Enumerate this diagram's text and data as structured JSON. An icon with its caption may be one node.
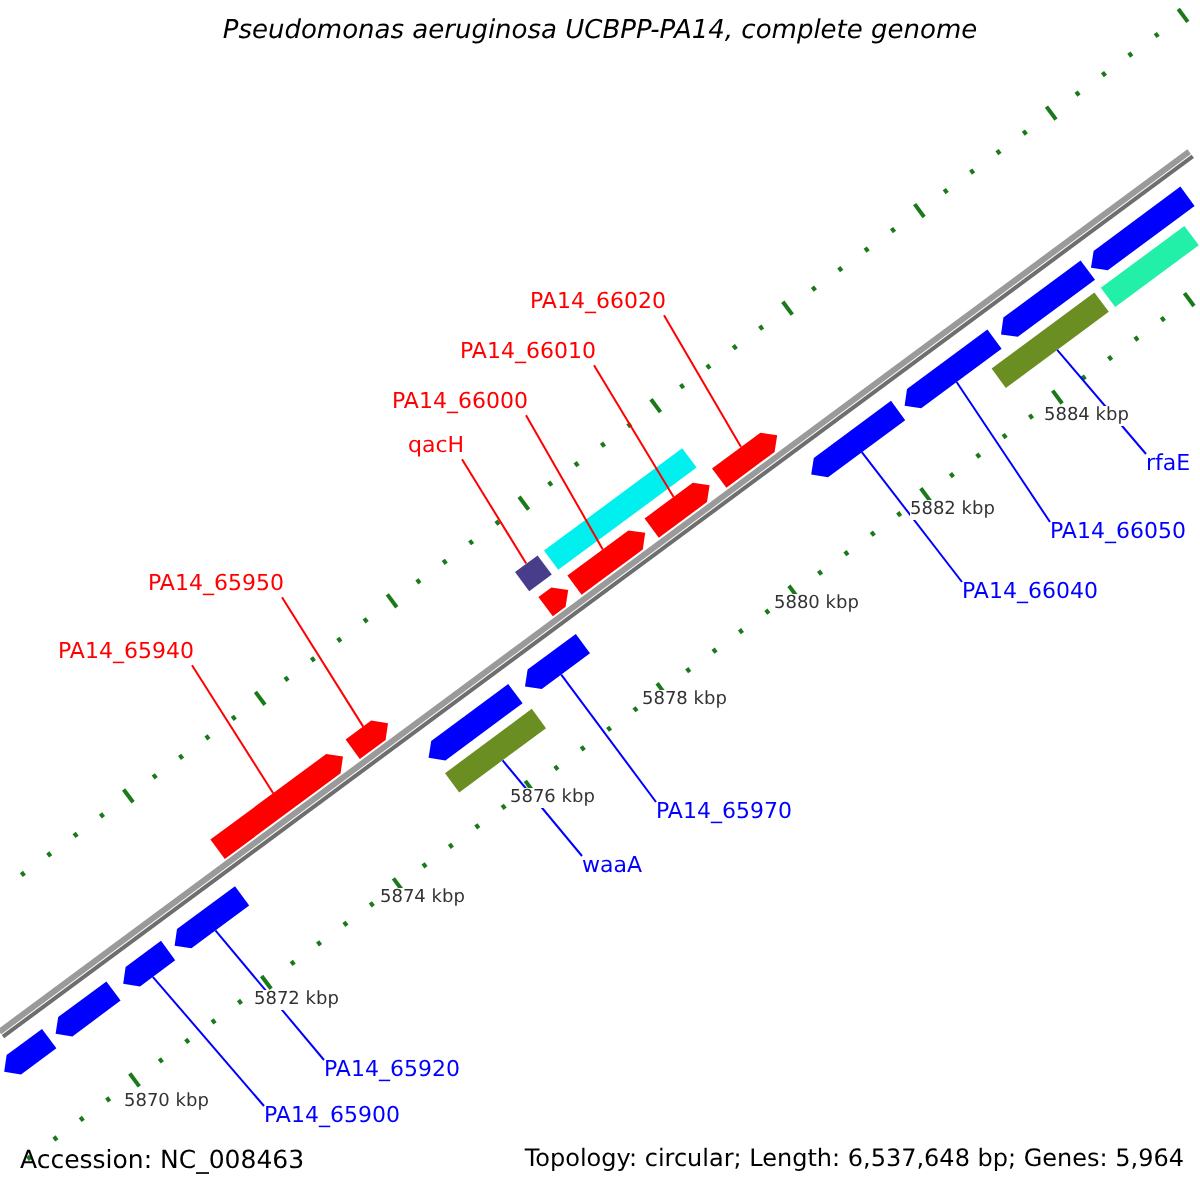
{
  "diagram": {
    "title": "Pseudomonas aeruginosa UCBPP-PA14, complete genome",
    "nodes": [
      {
        "text": [
          "PA14_66020"
        ]
      },
      {
        "text": [
          "PA14_66010"
        ]
      },
      {
        "text": [
          "PA14_66000"
        ]
      },
      {
        "text": [
          "qacH"
        ]
      },
      {
        "text": [
          "rfaE"
        ]
      },
      {
        "text": [
          "PA14_66050"
        ]
      },
      {
        "text": [
          "PA14_65950"
        ]
      },
      {
        "text": [
          "PA14_66040"
        ]
      },
      {
        "text": [
          "PA14_65940"
        ]
      },
      {
        "text": [
          "PA14_65970"
        ]
      },
      {
        "text": [
          "waaA"
        ]
      },
      {
        "text": [
          "PA14_65920"
        ]
      },
      {
        "text": [
          "PA14_65900"
        ]
      },
      {
        "text": [],
        "shape": "arrow"
      },
      {
        "text": [],
        "shape": "arrow"
      },
      {
        "text": [],
        "shape": "arrow"
      },
      {
        "text": [],
        "shape": "arrow"
      },
      {
        "text": [],
        "shape": "arrow"
      },
      {
        "text": [],
        "shape": "arrow"
      },
      {
        "text": [],
        "shape": "arrow"
      },
      {
        "text": [],
        "shape": "box"
      },
      {
        "text": [],
        "shape": "box"
      },
      {
        "text": [],
        "shape": "arrow"
      },
      {
        "text": [],
        "shape": "arrow"
      },
      {
        "text": [],
        "shape": "arrow"
      },
      {
        "text": [],
        "shape": "box"
      },
      {
        "text": [],
        "shape": "arrow"
      },
      {
        "text": [],
        "shape": "arrow"
      },
      {
        "text": [],
        "shape": "arrow"
      },
      {
        "text": [],
        "shape": "arrow"
      },
      {
        "text": [],
        "shape": "arrow"
      },
      {
        "text": [],
        "shape": "box"
      },
      {
        "text": [],
        "shape": "arrow"
      },
      {
        "text": [],
        "shape": "box"
      }
    ],
    "edges": [
      {
        "from": 0,
        "to": 27,
        "arrow": "none",
        "color": "#ff0000"
      },
      {
        "from": 1,
        "to": 26,
        "arrow": "none",
        "color": "#ff0000"
      },
      {
        "from": 2,
        "to": 24,
        "arrow": "none",
        "color": "#ff0000"
      },
      {
        "from": 3,
        "to": 21,
        "arrow": "none",
        "color": "#ff0000"
      },
      {
        "from": 4,
        "to": 31,
        "arrow": "none"
      },
      {
        "from": 5,
        "to": 29,
        "arrow": "none"
      },
      {
        "from": 6,
        "to": 18,
        "arrow": "none",
        "color": "#ff0000"
      },
      {
        "from": 7,
        "to": 28,
        "arrow": "none"
      },
      {
        "from": 8,
        "to": 17,
        "arrow": "none",
        "color": "#ff0000"
      },
      {
        "from": 9,
        "to": 22,
        "arrow": "none"
      },
      {
        "from": 10,
        "to": 20,
        "arrow": "none"
      },
      {
        "from": 11,
        "to": 16,
        "arrow": "none"
      },
      {
        "from": 12,
        "to": 15,
        "arrow": "none"
      }
    ],
    "labels": [
      "5884 kbp",
      "5882 kbp",
      "5880 kbp",
      "5878 kbp",
      "5876 kbp",
      "5874 kbp",
      "5872 kbp",
      "5870 kbp",
      "Accession: NC_008463",
      "Topology: circular; Length: 6,537,648 bp; Genes: 5,964"
    ]
  }
}
